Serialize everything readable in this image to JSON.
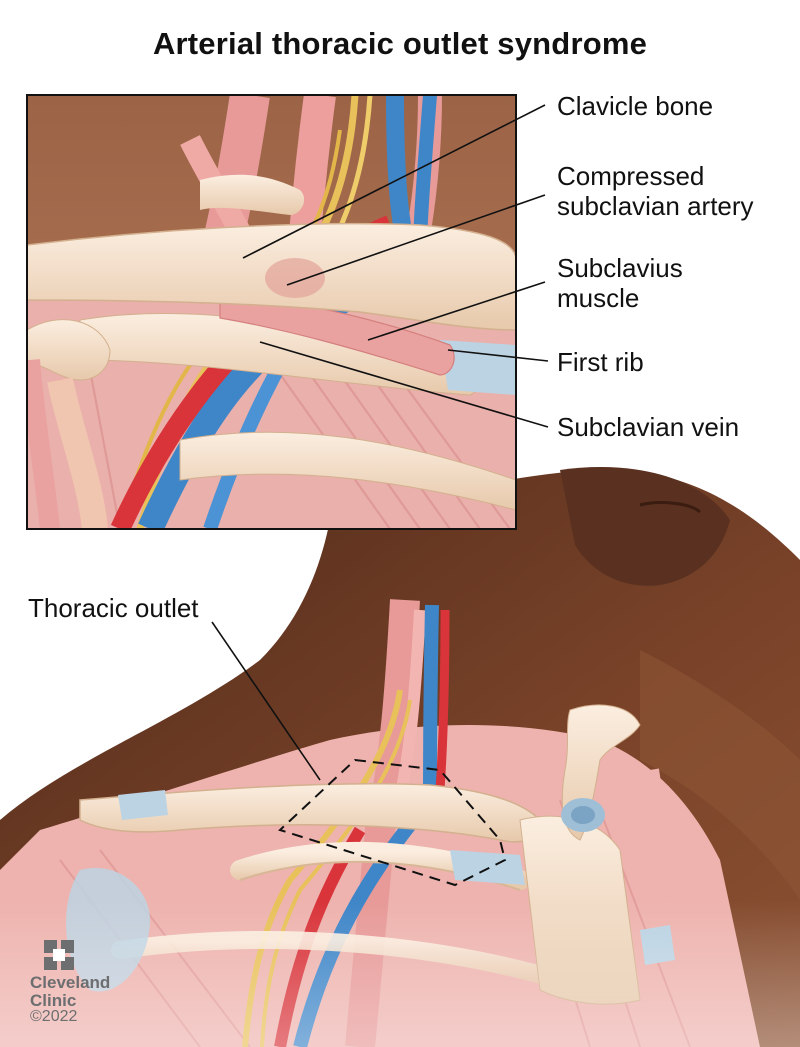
{
  "title": "Arterial thoracic outlet syndrome",
  "labels": {
    "clavicle_bone": "Clavicle bone",
    "compressed_artery_line1": "Compressed",
    "compressed_artery_line2": "subclavian artery",
    "subclavius_line1": "Subclavius",
    "subclavius_line2": "muscle",
    "first_rib": "First rib",
    "subclavian_vein": "Subclavian vein",
    "thoracic_outlet": "Thoracic outlet"
  },
  "logo": {
    "line1": "Cleveland",
    "line2": "Clinic",
    "copyright": "©2022"
  },
  "colors": {
    "skin": "#6b3a24",
    "bone": "#f2dcc4",
    "muscle": "#e9a3a1",
    "artery": "#d8343a",
    "vein": "#3f86c8",
    "nerve": "#e8c15a",
    "cartilage": "#bcd3e3"
  }
}
